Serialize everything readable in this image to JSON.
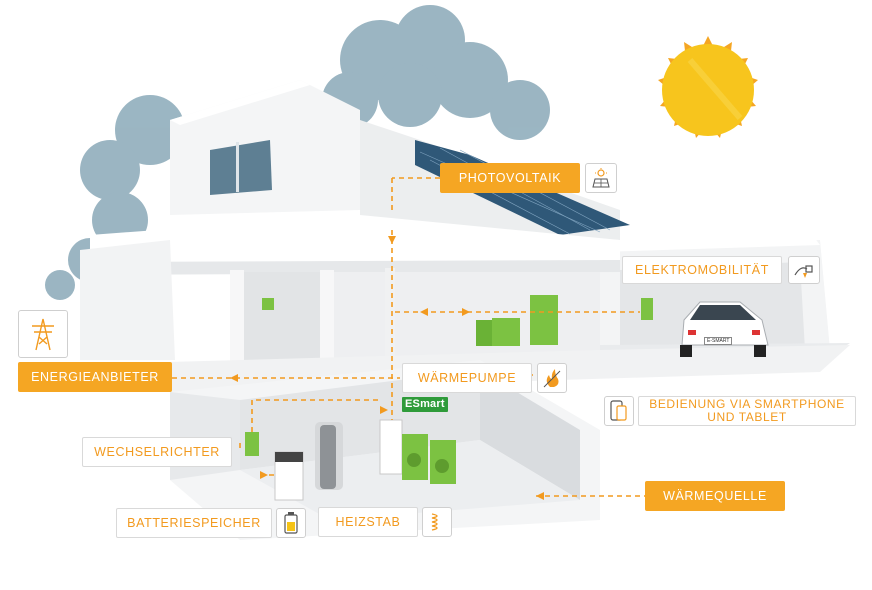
{
  "labels": {
    "photovoltaik": "PHOTOVOLTAIK",
    "elektromobilitaet": "ELEKTROMOBILITÄT",
    "energieanbieter": "ENERGIEANBIETER",
    "waermepumpe": "WÄRMEPUMPE",
    "bedienung_line1": "BEDIENUNG VIA SMARTPHONE",
    "bedienung_line2": "UND TABLET",
    "wechselrichter": "WECHSELRICHTER",
    "waermequelle": "WÄRMEQUELLE",
    "batteriespeicher": "BATTERIESPEICHER",
    "heizstab": "HEIZSTAB"
  },
  "brand": {
    "logo_text": "ESmart"
  },
  "car": {
    "plate_text": "E-SMART"
  },
  "colors": {
    "accent": "#f5a623",
    "dashed_line": "#f29a1f",
    "sun": "#f7c51d",
    "appliance_green": "#7cc242"
  },
  "icons": [
    "solar-panel-icon",
    "ev-plug-icon",
    "power-pylon-icon",
    "heat-pump-flame-icon",
    "smartphone-tablet-icon",
    "battery-icon",
    "heating-coil-icon"
  ]
}
